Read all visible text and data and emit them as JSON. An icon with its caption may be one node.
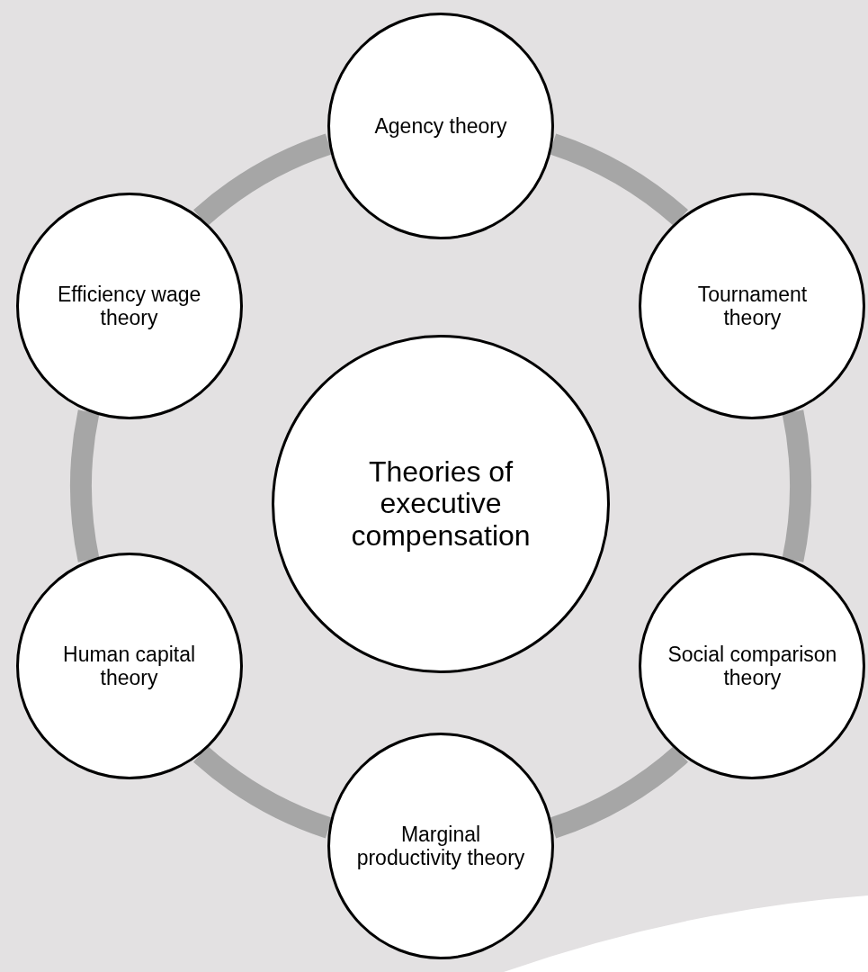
{
  "diagram": {
    "nodes": [
      {
        "text": [
          "Theories of executive compensation"
        ]
      },
      {
        "text": [
          "Agency theory"
        ]
      },
      {
        "text": [
          "Tournament theory"
        ]
      },
      {
        "text": [
          "Social comparison theory"
        ]
      },
      {
        "text": [
          "Marginal productivity theory"
        ]
      },
      {
        "text": [
          "Human capital theory"
        ]
      },
      {
        "text": [
          "Efficiency wage theory"
        ]
      }
    ],
    "edges": [
      {
        "from": 1,
        "to": 2,
        "arrow": "none"
      },
      {
        "from": 2,
        "to": 3,
        "arrow": "none"
      },
      {
        "from": 3,
        "to": 4,
        "arrow": "none"
      },
      {
        "from": 4,
        "to": 5,
        "arrow": "none"
      },
      {
        "from": 5,
        "to": 6,
        "arrow": "none"
      },
      {
        "from": 6,
        "to": 1,
        "arrow": "none"
      }
    ]
  }
}
